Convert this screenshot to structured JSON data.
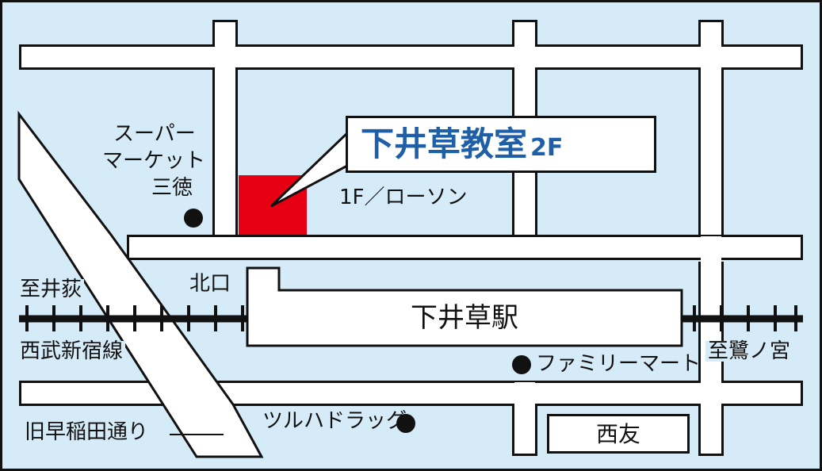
{
  "map": {
    "colors": {
      "background": "#d6ebf8",
      "road": "#ffffff",
      "outline": "#111111",
      "highlight": "#e60012",
      "title": "#1f5fa8"
    },
    "destination": {
      "name": "下井草教室",
      "floor": "2F"
    },
    "building_note": "1F／ローソン",
    "station": "下井草駅",
    "exit": "北口",
    "railway": {
      "name": "西武新宿線",
      "direction_west": "至井荻",
      "direction_east": "至鷺ノ宮"
    },
    "road_name": "旧早稲田通り",
    "landmarks": {
      "supermarket_line1": "スーパー",
      "supermarket_line2": "マーケット",
      "supermarket_line3": "三徳",
      "familymart": "ファミリーマート",
      "drugstore": "ツルハドラッグ",
      "seiyu": "西友"
    }
  }
}
